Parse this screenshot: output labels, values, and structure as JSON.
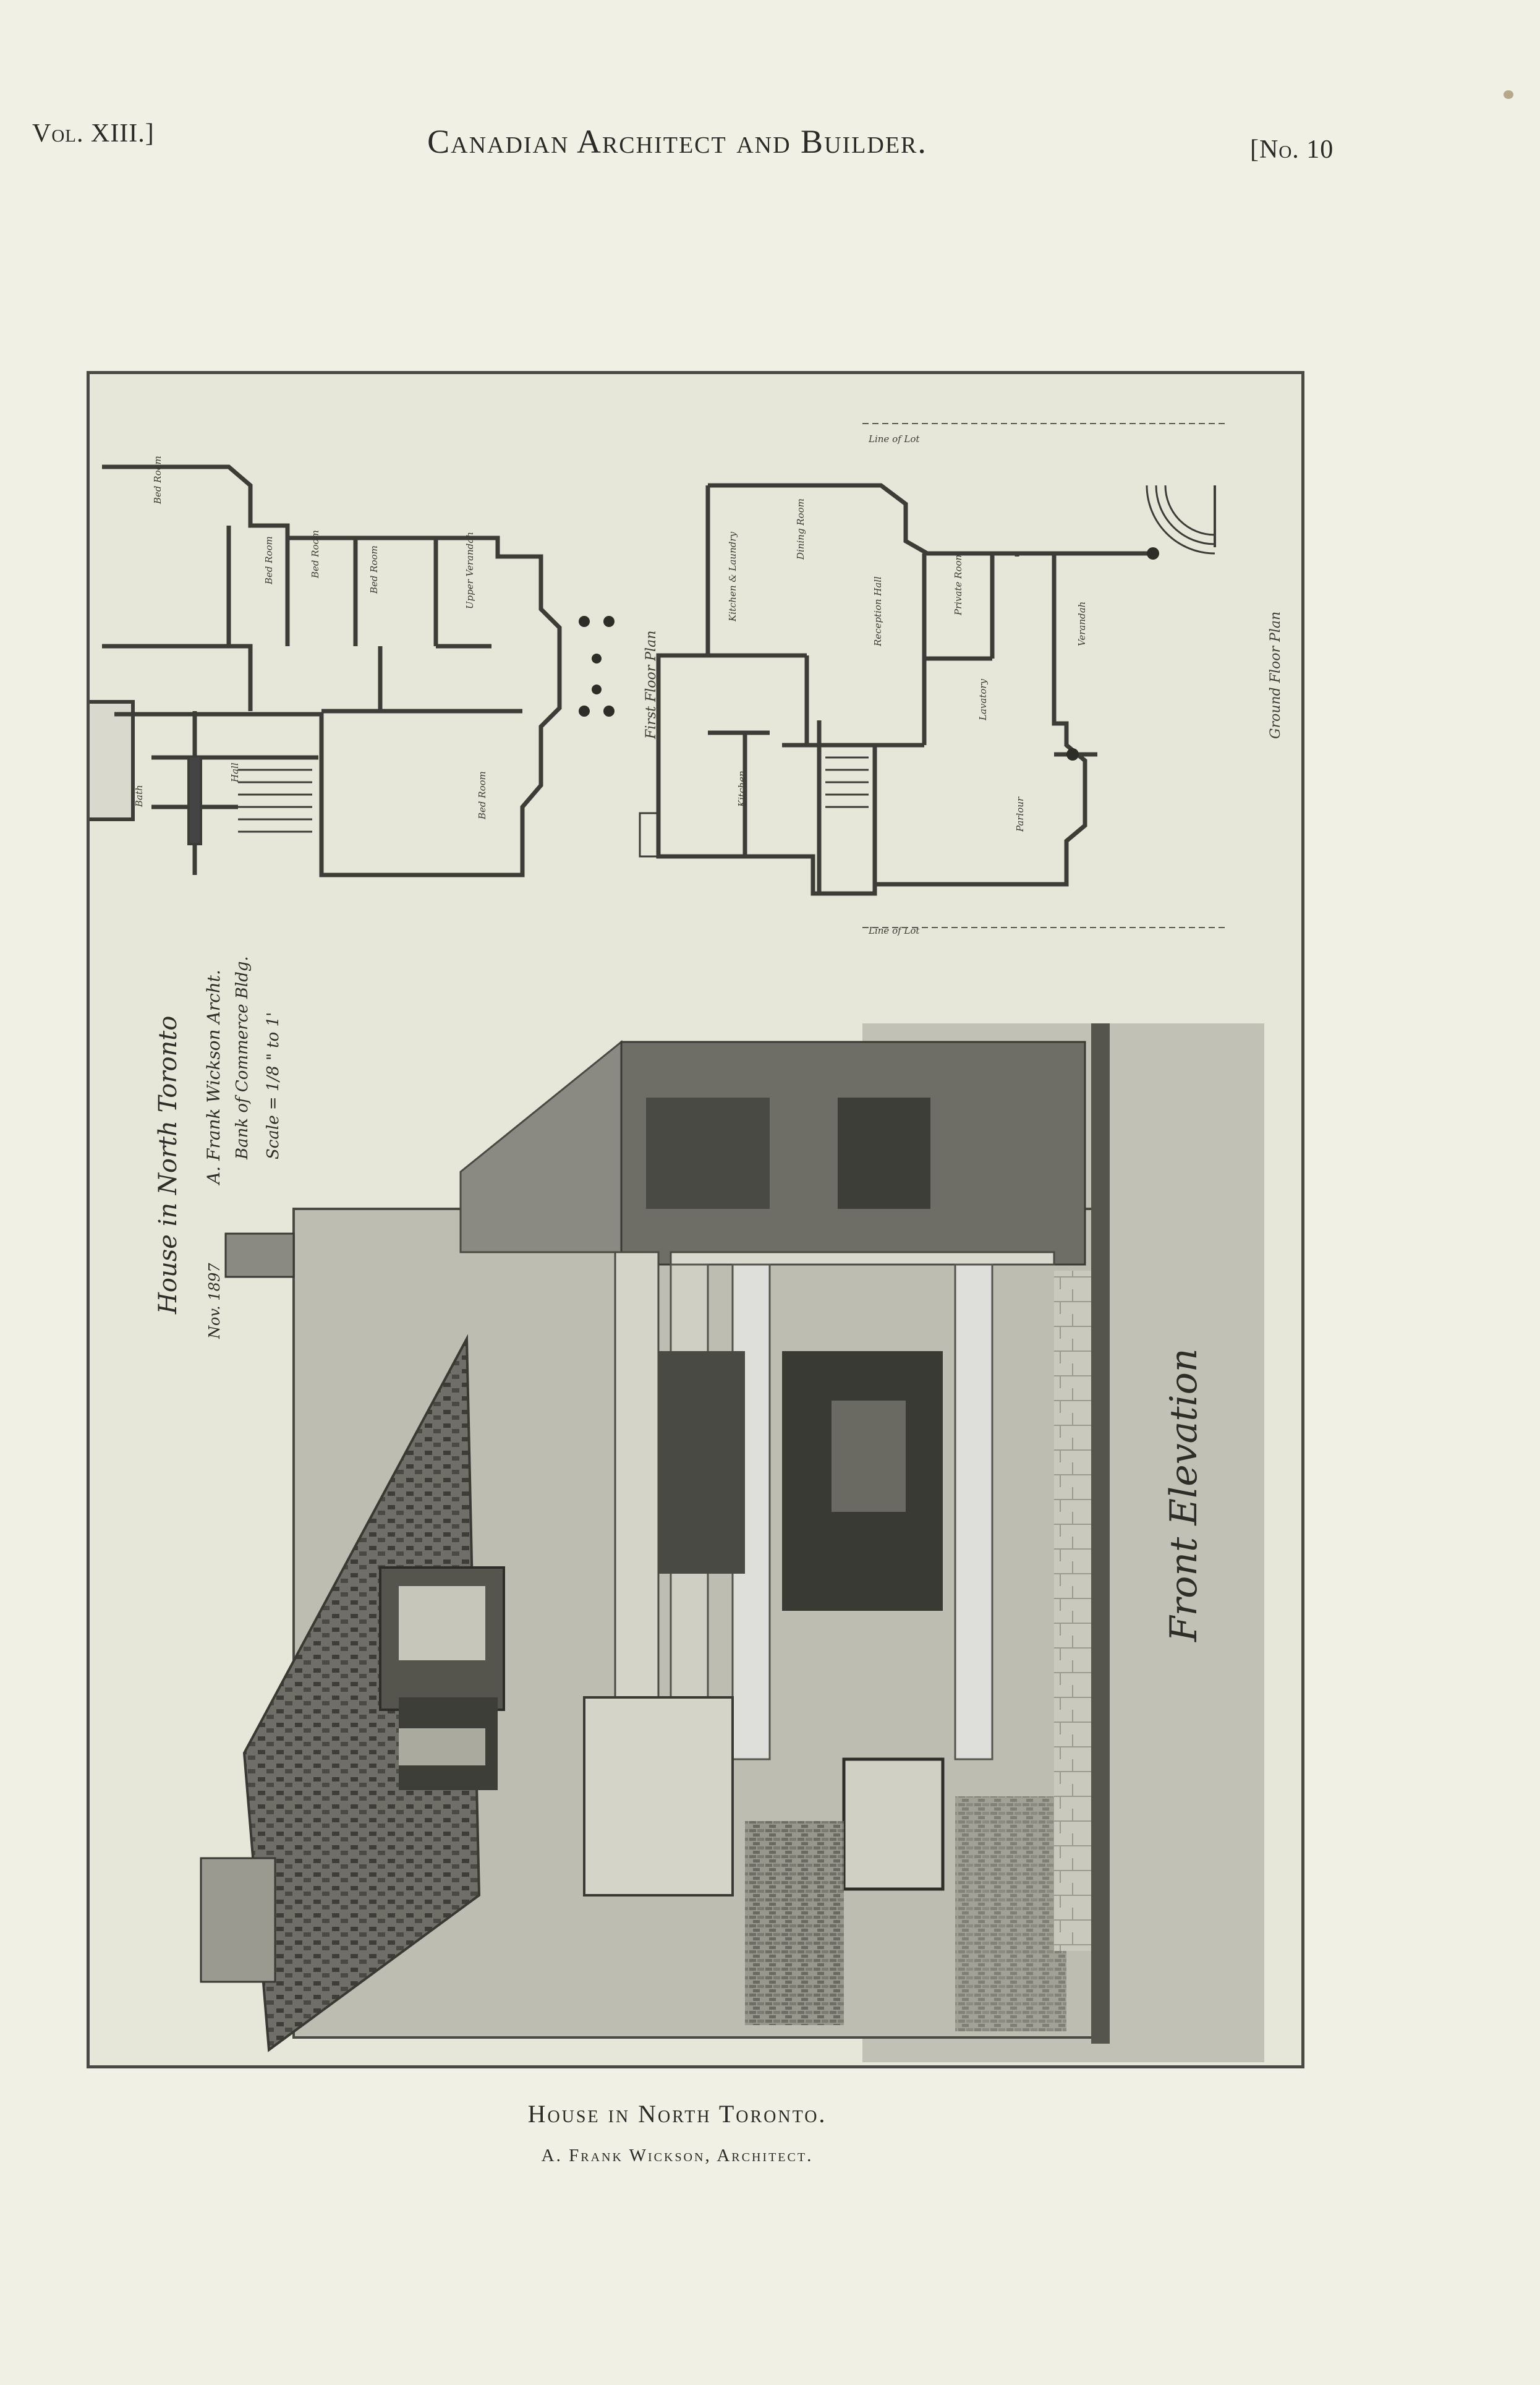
{
  "header": {
    "volume": "Vol. XIII.]",
    "journal": "Canadian Architect and Builder.",
    "number": "[No. 10"
  },
  "plate": {
    "drawing_title": "House in North Toronto",
    "drawing_date": "Nov. 1897",
    "drawing_author": "A. Frank Wickson Archt.",
    "drawing_address": "Bank of Commerce Bldg.",
    "drawing_scale": "Scale = 1/8 \" to 1'",
    "first_floor_label": "First Floor Plan",
    "ground_floor_label": "Ground Floor Plan",
    "elevation_label": "Front Elevation"
  },
  "caption": {
    "title": "House in North Toronto.",
    "subtitle": "A. Frank Wickson, Architect."
  }
}
